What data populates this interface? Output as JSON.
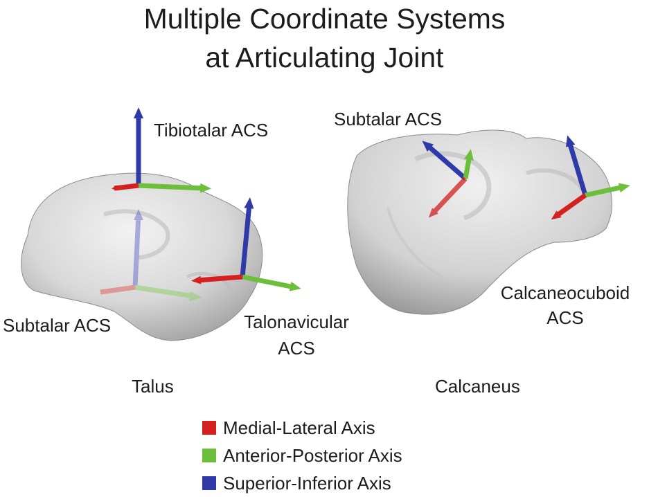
{
  "title": {
    "line1": "Multiple Coordinate Systems",
    "line2": "at Articulating Joint"
  },
  "labels": {
    "tibiotalar": "Tibiotalar ACS",
    "subtalar_talus": "Subtalar ACS",
    "talonavicular_1": "Talonavicular",
    "talonavicular_2": "ACS",
    "subtalar_calcaneus": "Subtalar ACS",
    "calcaneocuboid_1": "Calcaneocuboid",
    "calcaneocuboid_2": "ACS",
    "talus": "Talus",
    "calcaneus": "Calcaneus"
  },
  "legend": [
    {
      "label": "Medial-Lateral Axis",
      "color": "#d42020"
    },
    {
      "label": "Anterior-Posterior Axis",
      "color": "#6cbf3a"
    },
    {
      "label": "Superior-Inferior Axis",
      "color": "#2f3aa8"
    }
  ],
  "colors": {
    "medial_lateral": "#d42020",
    "anterior_posterior": "#6cbf3a",
    "superior_inferior": "#2f3aa8",
    "bone": "#d9d9d9"
  }
}
